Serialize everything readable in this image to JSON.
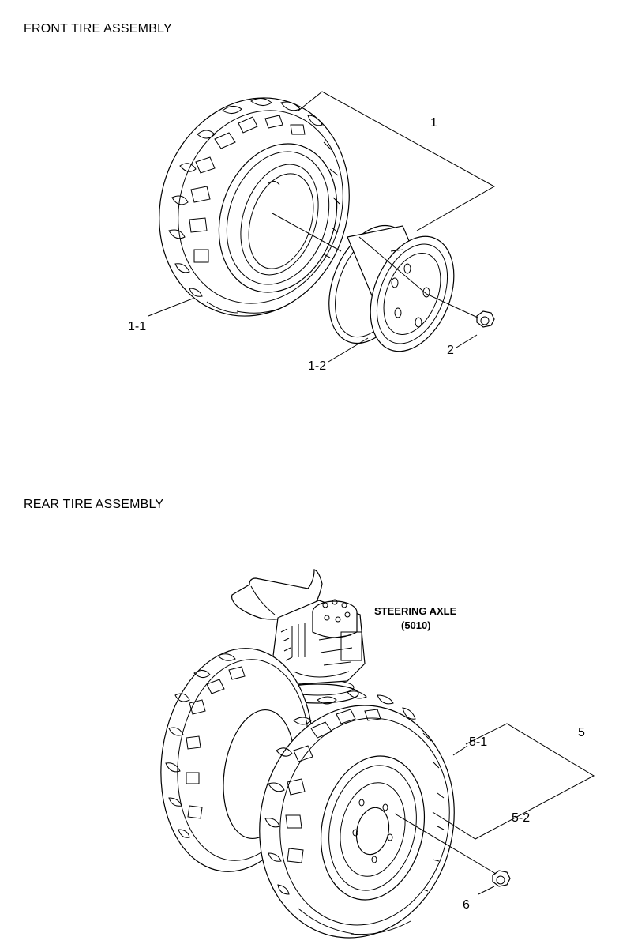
{
  "front": {
    "title": "FRONT TIRE ASSEMBLY",
    "labels": {
      "assembly": "1",
      "tire": "1-1",
      "rim": "1-2",
      "nut": "2"
    }
  },
  "rear": {
    "title": "REAR TIRE ASSEMBLY",
    "steering_axle_line1": "STEERING AXLE",
    "steering_axle_line2": "(5010)",
    "labels": {
      "assembly": "5",
      "tire": "5-1",
      "rim": "5-2",
      "nut": "6"
    }
  }
}
